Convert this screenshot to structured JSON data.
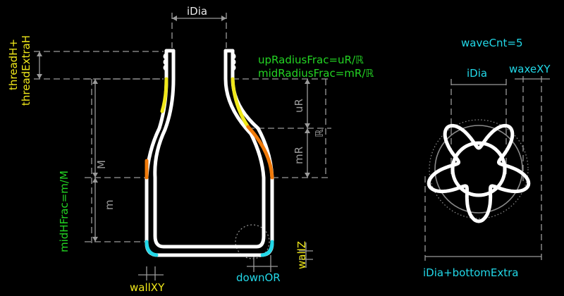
{
  "labels": {
    "idia_top": "iDia",
    "thread_h": "threadH+",
    "thread_extra_h": "threadExtraH",
    "up_radius_frac": "upRadiusFrac=uR/ℝ",
    "mid_radius_frac": "midRadiusFrac=mR/ℝ",
    "ur": "uR",
    "big_r": "ℝ",
    "mr": "mR",
    "big_m": "M",
    "small_m": "m",
    "mid_h_frac": "midHFrac=m/M",
    "wall_xy": "wallXY",
    "down_or": "downOR",
    "wall_z": "wallZ",
    "wave_cnt": "waveCnt=5",
    "idia_right": "iDia",
    "waxe_xy": "waxeXY",
    "idia_bottom_extra": "iDia+bottomExtra"
  },
  "colors": {
    "background": "#000000",
    "outline": "#ffffff",
    "dimension": "#9a9a9a",
    "yellow": "#f0e81a",
    "green": "#23d423",
    "cyan": "#22d8e8",
    "orange": "#f07a0a"
  }
}
